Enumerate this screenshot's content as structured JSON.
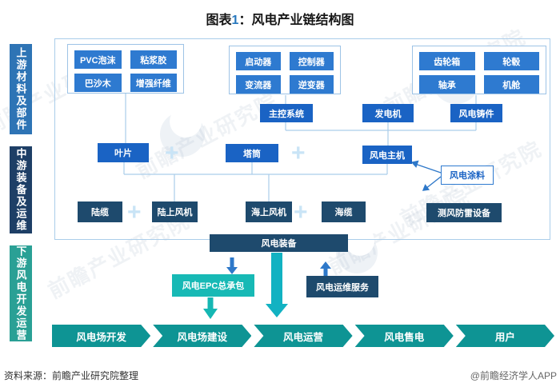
{
  "title": {
    "prefix": "图表",
    "number": "1",
    "suffix": "：风电产业链结构图"
  },
  "sidebar": {
    "items": [
      {
        "label": "上游材料及部件",
        "color": "#2e74b5"
      },
      {
        "label": "中游装备及运维",
        "color": "#1e3f66"
      },
      {
        "label": "下游风电开发运营",
        "color": "#2aa095"
      }
    ]
  },
  "diagram": {
    "plus": "+",
    "groups": {
      "blade_materials": {
        "items": [
          "PVC泡沫",
          "粘浆胶",
          "巴沙木",
          "增强纤维"
        ]
      },
      "electrical": {
        "items": [
          "启动器",
          "控制器",
          "变流器",
          "逆变器"
        ]
      },
      "drivetrain": {
        "items": [
          "齿轮箱",
          "轮毂",
          "轴承",
          "机舱"
        ]
      }
    },
    "nodes": {
      "main_control_system": "主控系统",
      "generator": "发电机",
      "wind_casting": "风电铸件",
      "blade": "叶片",
      "tower": "塔筒",
      "wind_main_unit": "风电主机",
      "wind_coating": "风电涂料",
      "land_cable": "陆缆",
      "onshore_turbine": "陆上风机",
      "offshore_turbine": "海上风机",
      "sea_cable": "海缆",
      "wind_measure_lightning": "测风防雷设备",
      "wind_equipment": "风电装备",
      "wind_epc": "风电EPC总承包",
      "wind_om_service": "风电运维服务"
    }
  },
  "process_bar": {
    "segments": [
      {
        "label": "风电场开发"
      },
      {
        "label": "风电场建设"
      },
      {
        "label": "风电运营"
      },
      {
        "label": "风电售电"
      },
      {
        "label": "用户"
      }
    ]
  },
  "footer": {
    "source": "资料来源：前瞻产业研究院整理",
    "credit": "@前瞻经济学人APP"
  },
  "watermark": {
    "text": "前瞻产业研究院"
  },
  "colors": {
    "small_box": "#2e7ad0",
    "mid_box": "#1a63c4",
    "navy_box": "#1e4a6d",
    "teal_box": "#17b9b5",
    "process_bar": "#0e9494",
    "connector_line": "#aacdea",
    "arrow_blue": "#2e78c9",
    "arrow_cyan": "#12b2c2",
    "arrow_teal": "#15b7b3",
    "plus_sign": "#c9e4f6",
    "title_number": "#2878be"
  }
}
